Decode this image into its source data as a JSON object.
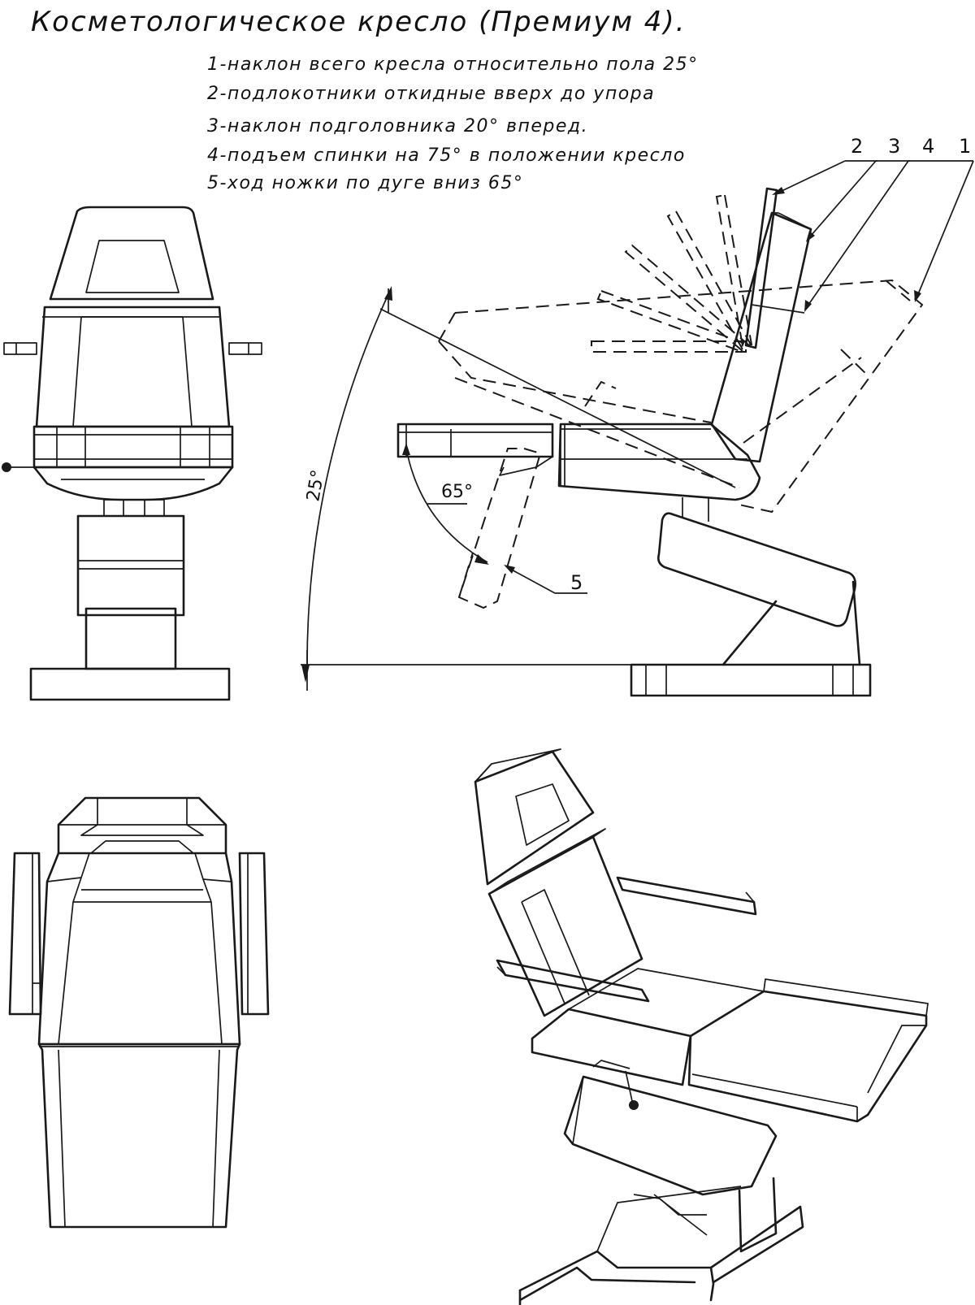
{
  "title": "Косметологическое кресло (Премиум 4).",
  "notes": [
    "1-наклон всего кресла относительно пола 25°",
    "2-подлокотники откидные вверх до упора",
    "3-наклон подголовника 20° вперед.",
    "4-подъем спинки на 75° в положении кресло",
    "5-ход ножки по дуге вниз 65°"
  ],
  "callouts": [
    "1",
    "2",
    "3",
    "4",
    "5"
  ],
  "dimensions": {
    "tilt_angle": "25°",
    "leg_arc": "65°"
  }
}
